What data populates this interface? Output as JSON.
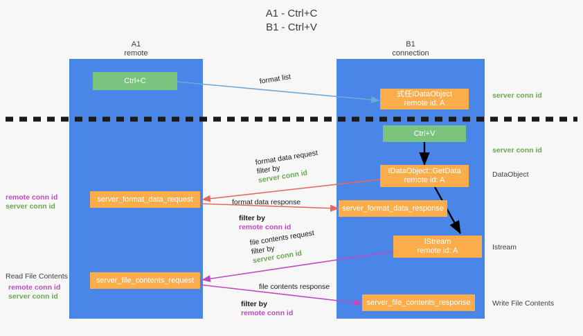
{
  "title": {
    "line1": "A1 - Ctrl+C",
    "line2": "B1 - Ctrl+V"
  },
  "lanes": [
    {
      "name": "A1",
      "sub": "remote"
    },
    {
      "name": "B1",
      "sub": "connection"
    }
  ],
  "colors": {
    "lane": "#4a86e8",
    "green_node": "#7bc47f",
    "orange_node": "#fbad4b",
    "arrow_blue": "#6fa8dc",
    "arrow_red": "#e8675a",
    "arrow_magenta": "#c248c2",
    "arrow_black": "#000000",
    "text_green": "#6aa84f",
    "text_magenta": "#c248c2",
    "background": "#f7f7f7"
  },
  "nodes": {
    "ctrl_c": "Ctrl+C",
    "ctrl_v": "Ctrl+V",
    "idataobject_l1": "式任IDataObject",
    "idataobject_l2": "remote id: A",
    "getdata_l1": "IDataObject::GetData",
    "getdata_l2": "remote id: A",
    "istream_l1": "IStream",
    "istream_l2": "remote id: A",
    "server_format_data_request": "server_format_data_request",
    "server_format_data_response": "server_format_data_response",
    "server_file_contents_request": "server_file_contents_request",
    "server_file_contents_response": "server_file_contents_response"
  },
  "edge_labels": {
    "format_list": "format list",
    "format_data_request": "format data request",
    "format_data_request_filter_prefix": "filter by ",
    "format_data_request_filter_key": "server conn id",
    "format_data_response": "format data response",
    "format_data_response_filter_prefix": "filter by ",
    "format_data_response_filter_key": "remote conn id",
    "file_contents_request": "file contents request",
    "file_contents_request_filter_prefix": "filter by ",
    "file_contents_request_filter_key": "server conn id",
    "file_contents_response": "file contents response",
    "file_contents_response_filter_prefix": "filter by ",
    "file_contents_response_filter_key": "remote conn id"
  },
  "right_labels": {
    "server_conn_id_top": "server conn id",
    "server_conn_id_mid": "server conn id",
    "dataobject": "DataObject",
    "istream": "Istream",
    "write_file_contents": "Write File Contents"
  },
  "left_labels": {
    "remote_conn_id_1": "remote conn id",
    "server_conn_id_1": "server conn id",
    "read_file_contents": "Read File Contents",
    "remote_conn_id_2": "remote conn id",
    "server_conn_id_2": "server conn id"
  }
}
